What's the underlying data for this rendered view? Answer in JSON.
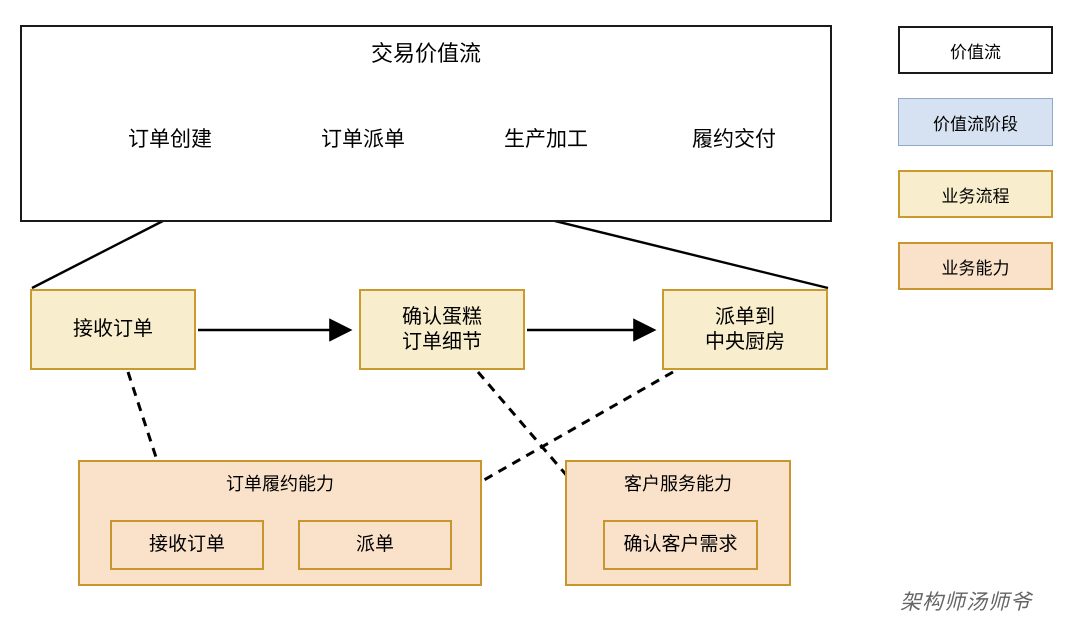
{
  "value_stream": {
    "title": "交易价值流",
    "stages": [
      {
        "label": "订单创建"
      },
      {
        "label": "订单派单"
      },
      {
        "label": "生产加工"
      },
      {
        "label": "履约交付"
      }
    ]
  },
  "processes": [
    {
      "label": "接收订单"
    },
    {
      "label": "确认蛋糕\n订单细节"
    },
    {
      "label": "派单到\n中央厨房"
    }
  ],
  "process_lines": {
    "confirm_cake_1": "确认蛋糕",
    "confirm_cake_2": "订单细节",
    "dispatch_1": "派单到",
    "dispatch_2": "中央厨房"
  },
  "capabilities": [
    {
      "title": "订单履约能力",
      "items": [
        {
          "label": "接收订单"
        },
        {
          "label": "派单"
        }
      ]
    },
    {
      "title": "客户服务能力",
      "items": [
        {
          "label": "确认客户需求"
        }
      ]
    }
  ],
  "legend": {
    "items": [
      {
        "label": "价值流",
        "fill": "#FFFFFF",
        "stroke": "#1A1A1A"
      },
      {
        "label": "价值流阶段",
        "fill": "#D6E2F2",
        "stroke": "#8FA8CE"
      },
      {
        "label": "业务流程",
        "fill": "#F8EDCC",
        "stroke": "#C99A2E"
      },
      {
        "label": "业务能力",
        "fill": "#FAE2CA",
        "stroke": "#C8952F"
      }
    ]
  },
  "watermark": {
    "text": "架构师汤师爷"
  },
  "colors": {
    "stage_fill": "#D6E2F2",
    "stage_stroke": "#8FA8CE",
    "process_fill": "#F8EDCC",
    "process_stroke": "#C99A2E",
    "capability_fill": "#FAE2CA",
    "capability_stroke": "#C8952F",
    "frame_stroke": "#1A1A1A",
    "connector": "#000000"
  }
}
